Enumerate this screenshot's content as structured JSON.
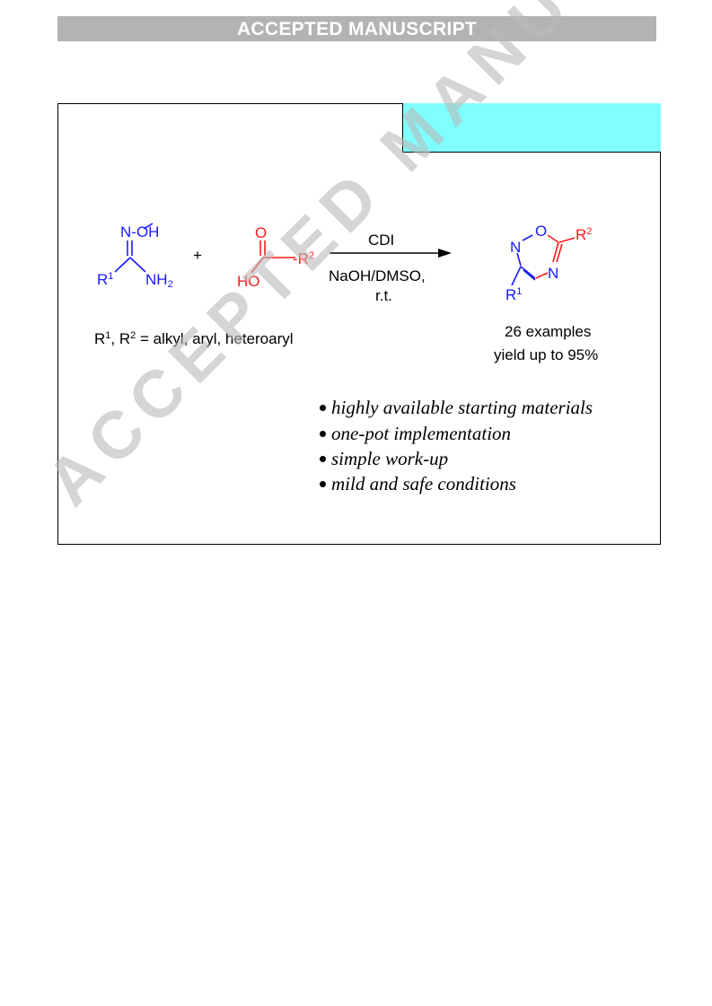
{
  "banner": {
    "text": "ACCEPTED MANUSCRIPT"
  },
  "scheme": {
    "reactant1": {
      "o_atom": "N-OH",
      "r_group": "R",
      "r_sup": "1",
      "amine": "NH",
      "amine_sub": "2"
    },
    "plus": "+",
    "reactant2": {
      "carbonyl_o": "O",
      "hydroxyl": "HO",
      "r_group": "-R",
      "r_sup": "2"
    },
    "reagent_above": "CDI",
    "reagent_below_1": "NaOH/DMSO,",
    "reagent_below_2": "r.t.",
    "product": {
      "ring_o": "O",
      "ring_n1": "N",
      "ring_n2": "N",
      "r1": "R",
      "r1_sup": "1",
      "r2": "R",
      "r2_sup": "2"
    },
    "substituents": {
      "r1": "R",
      "r1_sup": "1",
      "sep": ", R",
      "r2_sup": "2",
      "definition": " = alkyl, aryl, heteroaryl"
    },
    "examples": "26 examples",
    "yield": "yield up to 95%"
  },
  "bullets": [
    "highly available starting materials",
    "one-pot implementation",
    "simple work-up",
    "mild and safe conditions"
  ],
  "watermark": "ACCEPTED MANUSCRIPT",
  "colors": {
    "banner_bg": "#b3b3b3",
    "cyan_box": "#80ffff",
    "blue": "#1a1aff",
    "red": "#ff1a1a"
  }
}
